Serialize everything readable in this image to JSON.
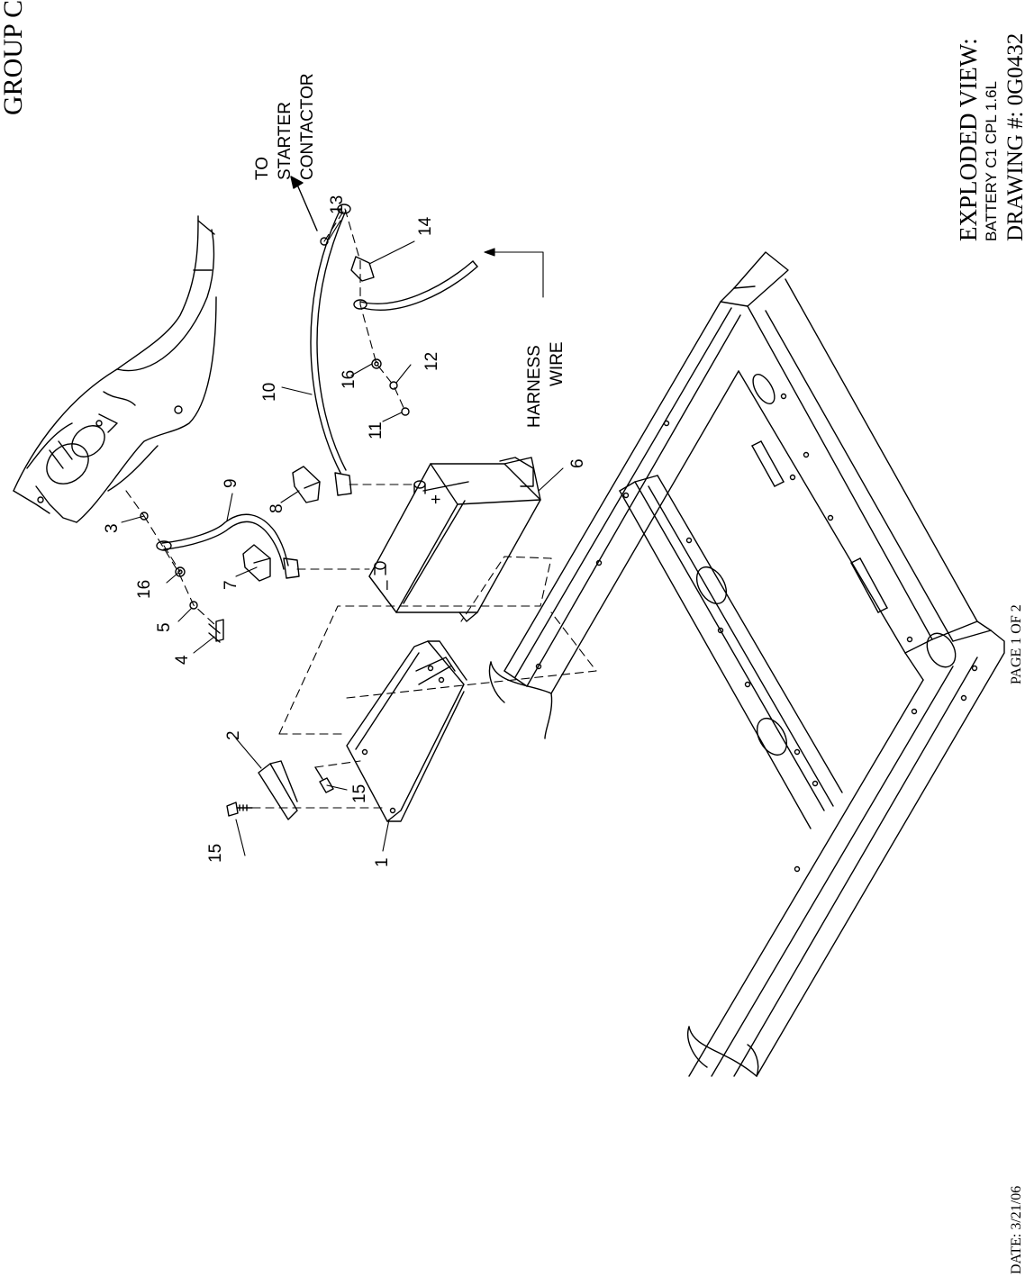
{
  "header": {
    "group": "GROUP C",
    "date": "DATE: 3/21/06",
    "page": "PAGE 1 OF 2"
  },
  "title_block": {
    "title": "EXPLODED VIEW:",
    "subtitle": "BATTERY C1 CPL 1.6L",
    "drawing": "DRAWING #: 0G0432"
  },
  "callouts": {
    "c1": "1",
    "c2": "2",
    "c3": "3",
    "c4": "4",
    "c5": "5",
    "c6": "6",
    "c7": "7",
    "c8": "8",
    "c9": "9",
    "c10": "10",
    "c11": "11",
    "c12": "12",
    "c13": "13",
    "c14": "14",
    "c15a": "15",
    "c15b": "15",
    "c16a": "16",
    "c16b": "16"
  },
  "labels": {
    "to": "TO",
    "starter": "STARTER",
    "contactor": "CONTACTOR",
    "harness": "HARNESS",
    "wire": "WIRE",
    "plus": "+",
    "minus": "–"
  }
}
